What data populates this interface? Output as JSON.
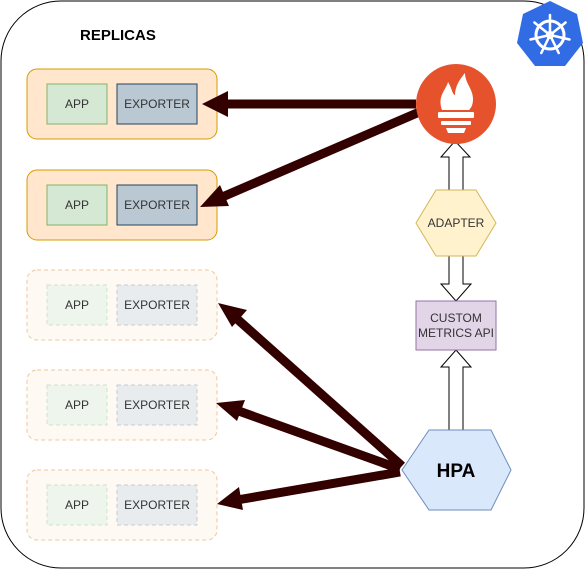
{
  "diagram": {
    "title": "REPLICAS",
    "replicas": [
      {
        "app": "APP",
        "exporter": "EXPORTER",
        "state": "active"
      },
      {
        "app": "APP",
        "exporter": "EXPORTER",
        "state": "active"
      },
      {
        "app": "APP",
        "exporter": "EXPORTER",
        "state": "pending"
      },
      {
        "app": "APP",
        "exporter": "EXPORTER",
        "state": "pending"
      },
      {
        "app": "APP",
        "exporter": "EXPORTER",
        "state": "pending"
      }
    ],
    "adapter": "ADAPTER",
    "custom_metrics_api": [
      "CUSTOM",
      "METRICS API"
    ],
    "hpa": "HPA",
    "icons": [
      "kubernetes-icon",
      "prometheus-icon"
    ],
    "colors": {
      "arrow": "#330000",
      "active_replica_fill": "#ffe6cc",
      "active_replica_stroke": "#d79b00",
      "app_fill": "#d5e8d4",
      "app_stroke": "#82b366",
      "exporter_fill": "#bac8d3",
      "exporter_stroke": "#23445d",
      "adapter_fill": "#fff2cc",
      "adapter_stroke": "#d6b656",
      "api_fill": "#e1d5e7",
      "api_stroke": "#9673a6",
      "hpa_fill": "#dae8fc",
      "hpa_stroke": "#6c8ebf",
      "prometheus": "#e6522c",
      "kubernetes": "#326ce5"
    }
  }
}
